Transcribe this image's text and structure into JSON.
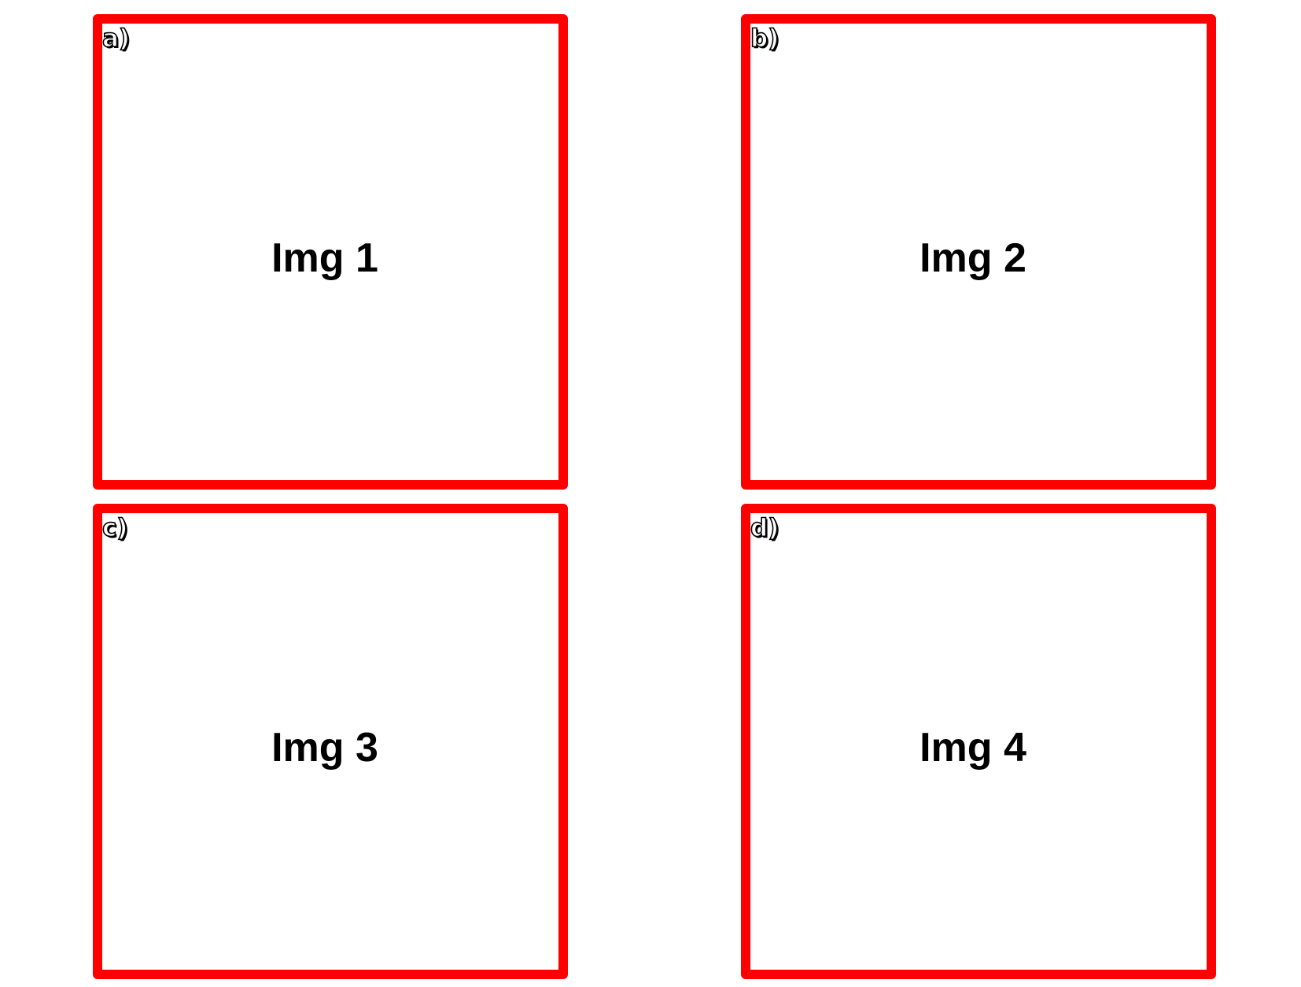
{
  "figure": {
    "border_color": "#ff0000",
    "panels": [
      {
        "letter": "a)",
        "caption": "Img 1"
      },
      {
        "letter": "b)",
        "caption": "Img 2"
      },
      {
        "letter": "c)",
        "caption": "Img 3"
      },
      {
        "letter": "d)",
        "caption": "Img 4"
      }
    ]
  }
}
